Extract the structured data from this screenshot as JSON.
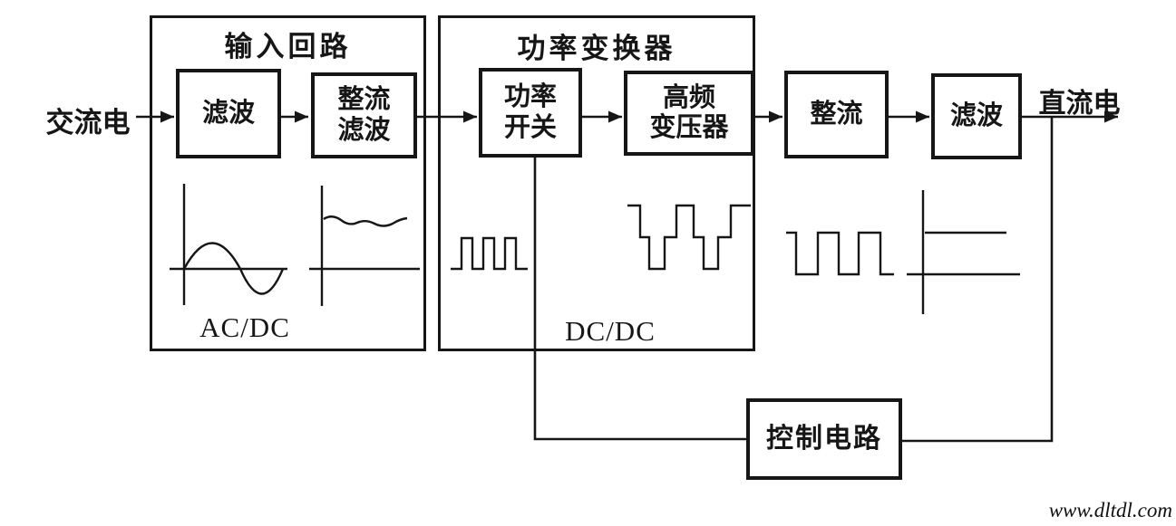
{
  "diagram": {
    "title_hint": "switching-power-supply-block-diagram",
    "colors": {
      "ink": "#161616",
      "paper": "#ffffff"
    },
    "labels": {
      "ac_input": "交流电",
      "dc_output": "直流电"
    },
    "groups": {
      "input_loop": {
        "title": "输入回路",
        "tag": "AC/DC"
      },
      "power_converter": {
        "title": "功率变换器",
        "tag": "DC/DC"
      }
    },
    "blocks": {
      "filter1": "滤波",
      "rectifier_filter": "整流\n滤波",
      "power_switch": "功率\n开关",
      "hf_transformer": "高频\n变压器",
      "rectifier2": "整流",
      "filter2": "滤波",
      "control": "控制电路"
    },
    "waveforms": [
      "ac-sine-wave",
      "rectified-ripple-dc",
      "pwm-square-wave",
      "hf-bipolar-square-wave",
      "rectified-square-wave",
      "smooth-dc-level"
    ],
    "watermark": "www.dltdl.com"
  }
}
